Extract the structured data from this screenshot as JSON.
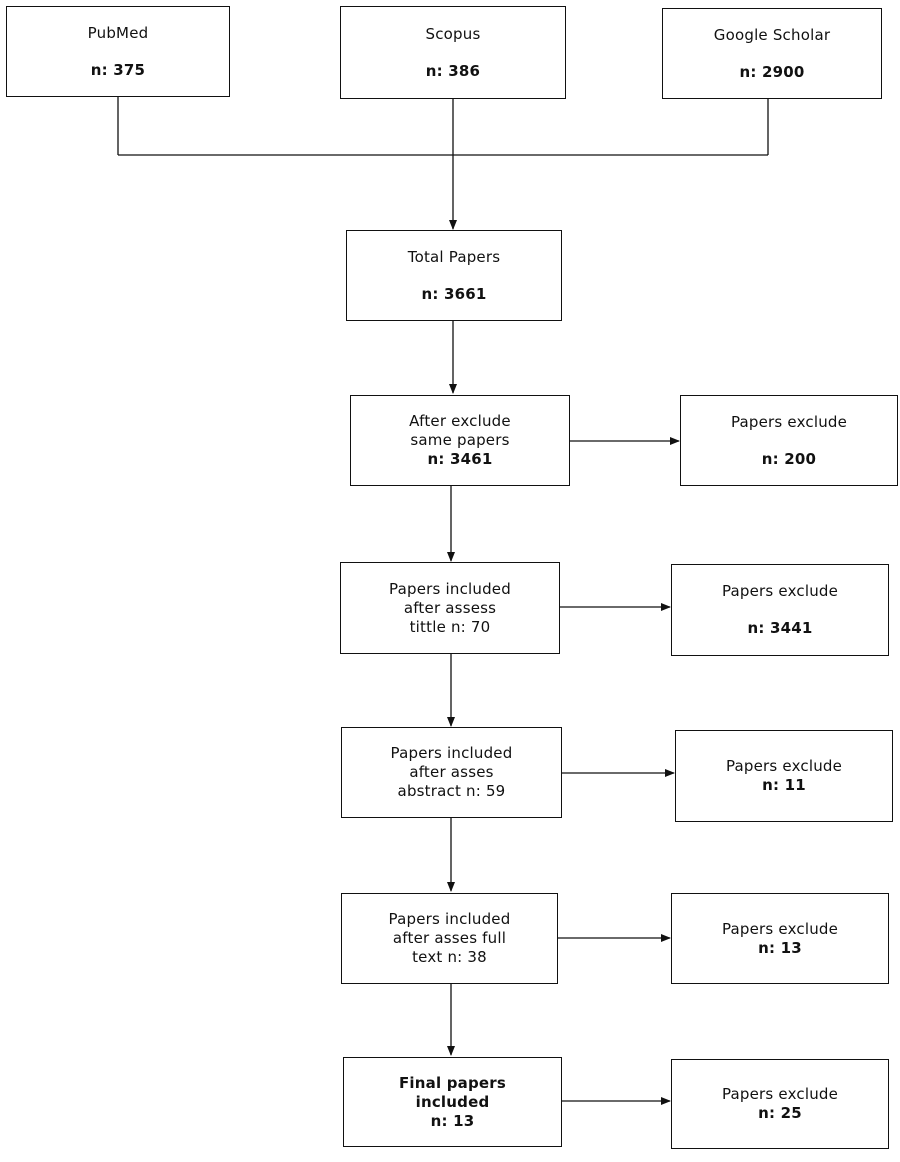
{
  "sources": [
    {
      "name": "PubMed",
      "count": "n: 375"
    },
    {
      "name": "Scopus",
      "count": "n: 386"
    },
    {
      "name": "Google Scholar",
      "count": "n: 2900"
    }
  ],
  "total": {
    "label": "Total Papers",
    "count": "n: 3661"
  },
  "steps": [
    {
      "lines": [
        "After exclude",
        "same papers",
        "n: 3461"
      ],
      "excluded": {
        "label": "Papers exclude",
        "count": "n: 200"
      }
    },
    {
      "lines": [
        "Papers included",
        "after assess",
        "tittle n: 70"
      ],
      "excluded": {
        "label": "Papers exclude",
        "count": "n: 3441"
      }
    },
    {
      "lines": [
        "Papers included",
        "after asses",
        "abstract n: 59"
      ],
      "excluded": {
        "label": "Papers exclude",
        "count": "n: 11"
      }
    },
    {
      "lines": [
        "Papers included",
        "after asses full",
        "text n: 38"
      ],
      "excluded": {
        "label": "Papers exclude",
        "count": "n: 13"
      }
    },
    {
      "lines": [
        "Final papers",
        "included",
        "n: 13"
      ],
      "excluded": {
        "label": "Papers exclude",
        "count": "n: 25"
      }
    }
  ]
}
